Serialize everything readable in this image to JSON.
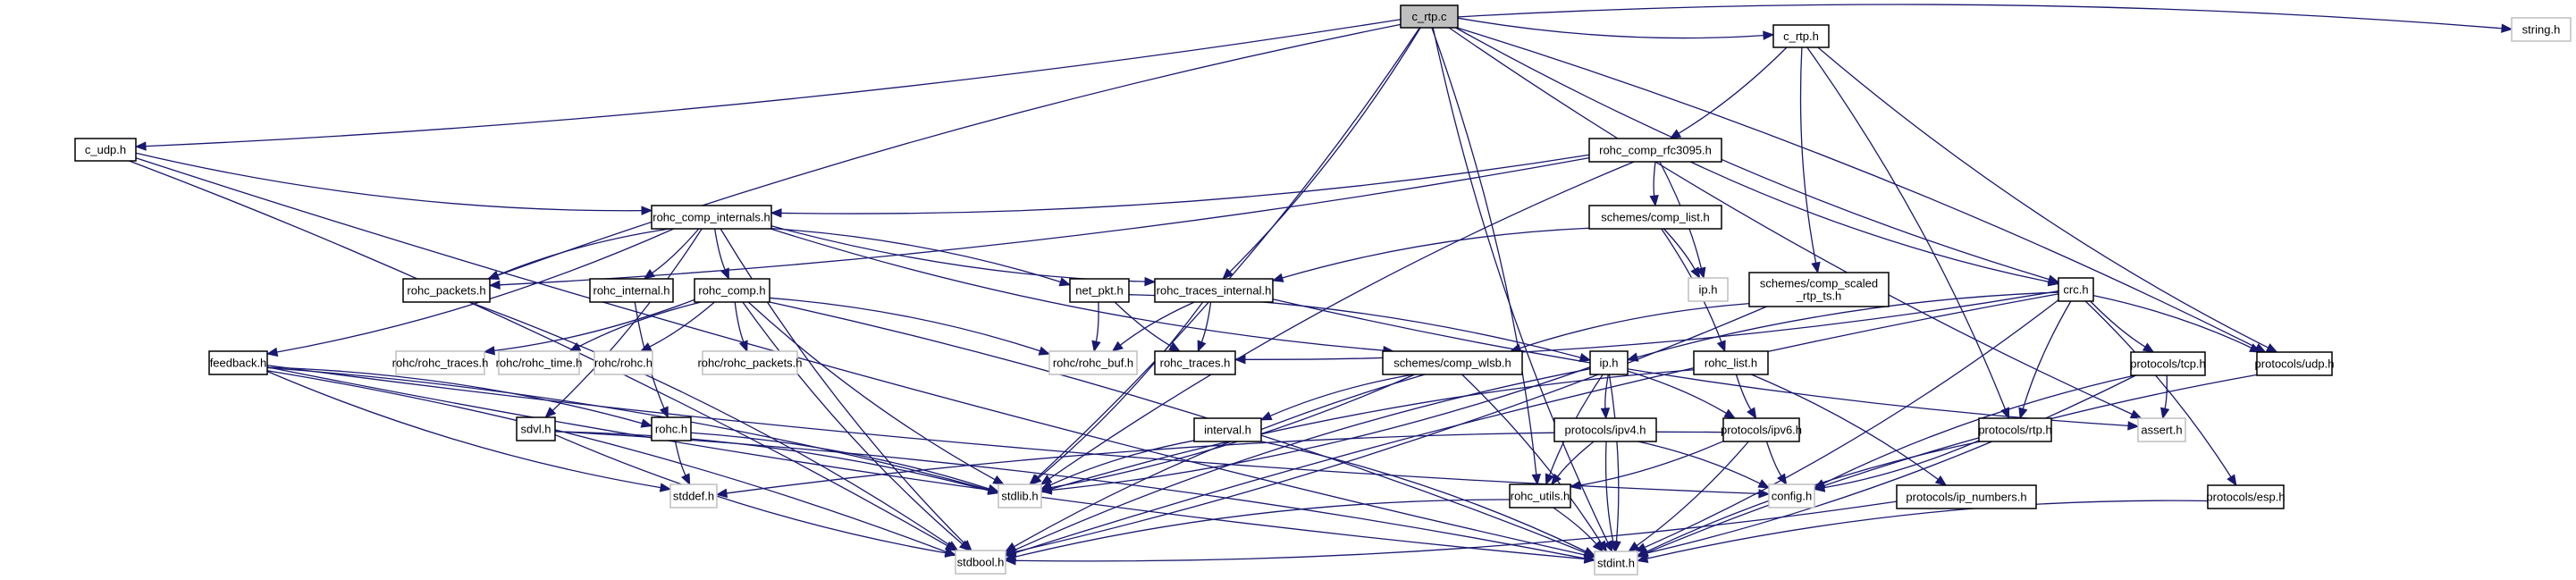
{
  "diagram": {
    "title": "c_rtp.c include dependency graph",
    "colors": {
      "edge": "#191970",
      "root_fill": "#bfbfbf",
      "node_border": "#000000",
      "external_border": "#bfbfbf",
      "node_fill": "#ffffff"
    },
    "nodes": [
      {
        "id": "c_rtp_c",
        "label": "c_rtp.c",
        "kind": "root"
      },
      {
        "id": "c_udp_h",
        "label": "c_udp.h",
        "kind": "local"
      },
      {
        "id": "c_rtp_h",
        "label": "c_rtp.h",
        "kind": "local"
      },
      {
        "id": "string_h",
        "label": "string.h",
        "kind": "external"
      },
      {
        "id": "rohc_comp_rfc3095_h",
        "label": "rohc_comp_rfc3095.h",
        "kind": "local"
      },
      {
        "id": "rohc_comp_internals_h",
        "label": "rohc_comp_internals.h",
        "kind": "local"
      },
      {
        "id": "schemes_comp_list_h",
        "label": "schemes/comp_list.h",
        "kind": "local"
      },
      {
        "id": "ip_h_ext",
        "label": "ip.h",
        "kind": "external"
      },
      {
        "id": "schemes_comp_scaled_rtp_ts_h",
        "label": "schemes/comp_scaled\n_rtp_ts.h",
        "kind": "local"
      },
      {
        "id": "crc_h",
        "label": "crc.h",
        "kind": "local"
      },
      {
        "id": "rohc_packets_h",
        "label": "rohc_packets.h",
        "kind": "local"
      },
      {
        "id": "rohc_internal_h",
        "label": "rohc_internal.h",
        "kind": "local"
      },
      {
        "id": "rohc_comp_h",
        "label": "rohc_comp.h",
        "kind": "local"
      },
      {
        "id": "net_pkt_h",
        "label": "net_pkt.h",
        "kind": "local"
      },
      {
        "id": "rohc_traces_internal_h",
        "label": "rohc_traces_internal.h",
        "kind": "local"
      },
      {
        "id": "rohc_rohc_traces_h",
        "label": "rohc/rohc_traces.h",
        "kind": "external"
      },
      {
        "id": "rohc_rohc_time_h",
        "label": "rohc/rohc_time.h",
        "kind": "external"
      },
      {
        "id": "rohc_rohc_h",
        "label": "rohc/rohc.h",
        "kind": "external"
      },
      {
        "id": "rohc_rohc_packets_h",
        "label": "rohc/rohc_packets.h",
        "kind": "external"
      },
      {
        "id": "rohc_rohc_buf_h",
        "label": "rohc/rohc_buf.h",
        "kind": "external"
      },
      {
        "id": "rohc_traces_h",
        "label": "rohc_traces.h",
        "kind": "local"
      },
      {
        "id": "feedback_h",
        "label": "feedback.h",
        "kind": "local"
      },
      {
        "id": "schemes_comp_wlsb_h",
        "label": "schemes/comp_wlsb.h",
        "kind": "local"
      },
      {
        "id": "ip_h",
        "label": "ip.h",
        "kind": "local"
      },
      {
        "id": "rohc_list_h",
        "label": "rohc_list.h",
        "kind": "local"
      },
      {
        "id": "protocols_tcp_h",
        "label": "protocols/tcp.h",
        "kind": "local"
      },
      {
        "id": "protocols_udp_h",
        "label": "protocols/udp.h",
        "kind": "local"
      },
      {
        "id": "sdvl_h",
        "label": "sdvl.h",
        "kind": "local"
      },
      {
        "id": "rohc_h",
        "label": "rohc.h",
        "kind": "local"
      },
      {
        "id": "interval_h",
        "label": "interval.h",
        "kind": "local"
      },
      {
        "id": "protocols_ipv4_h",
        "label": "protocols/ipv4.h",
        "kind": "local"
      },
      {
        "id": "protocols_ipv6_h",
        "label": "protocols/ipv6.h",
        "kind": "local"
      },
      {
        "id": "protocols_rtp_h",
        "label": "protocols/rtp.h",
        "kind": "local"
      },
      {
        "id": "assert_h",
        "label": "assert.h",
        "kind": "external"
      },
      {
        "id": "stddef_h",
        "label": "stddef.h",
        "kind": "external"
      },
      {
        "id": "stdlib_h",
        "label": "stdlib.h",
        "kind": "external"
      },
      {
        "id": "rohc_utils_h",
        "label": "rohc_utils.h",
        "kind": "local"
      },
      {
        "id": "config_h",
        "label": "config.h",
        "kind": "external"
      },
      {
        "id": "protocols_ip_numbers_h",
        "label": "protocols/ip_numbers.h",
        "kind": "local"
      },
      {
        "id": "protocols_esp_h",
        "label": "protocols/esp.h",
        "kind": "local"
      },
      {
        "id": "stdbool_h",
        "label": "stdbool.h",
        "kind": "external"
      },
      {
        "id": "stdint_h",
        "label": "stdint.h",
        "kind": "external"
      }
    ],
    "edges": [
      [
        "c_rtp_c",
        "c_udp_h"
      ],
      [
        "c_rtp_c",
        "c_rtp_h"
      ],
      [
        "c_rtp_c",
        "string_h"
      ],
      [
        "c_rtp_c",
        "rohc_packets_h"
      ],
      [
        "c_rtp_c",
        "rohc_traces_internal_h"
      ],
      [
        "c_rtp_c",
        "crc_h"
      ],
      [
        "c_rtp_c",
        "rohc_utils_h"
      ],
      [
        "c_rtp_c",
        "assert_h"
      ],
      [
        "c_rtp_c",
        "protocols_udp_h"
      ],
      [
        "c_rtp_c",
        "stdint_h"
      ],
      [
        "c_rtp_c",
        "stdlib_h"
      ],
      [
        "c_udp_h",
        "rohc_comp_internals_h"
      ],
      [
        "c_udp_h",
        "stdbool_h"
      ],
      [
        "c_udp_h",
        "stdint_h"
      ],
      [
        "c_rtp_h",
        "rohc_comp_rfc3095_h"
      ],
      [
        "c_rtp_h",
        "schemes_comp_scaled_rtp_ts_h"
      ],
      [
        "c_rtp_h",
        "protocols_rtp_h"
      ],
      [
        "c_rtp_h",
        "protocols_udp_h"
      ],
      [
        "rohc_comp_rfc3095_h",
        "rohc_comp_internals_h"
      ],
      [
        "rohc_comp_rfc3095_h",
        "schemes_comp_list_h"
      ],
      [
        "rohc_comp_rfc3095_h",
        "ip_h_ext"
      ],
      [
        "rohc_comp_rfc3095_h",
        "crc_h"
      ],
      [
        "rohc_comp_rfc3095_h",
        "rohc_packets_h"
      ],
      [
        "rohc_comp_rfc3095_h",
        "stdlib_h"
      ],
      [
        "schemes_comp_list_h",
        "ip_h_ext"
      ],
      [
        "schemes_comp_list_h",
        "rohc_traces_internal_h"
      ],
      [
        "schemes_comp_list_h",
        "rohc_list_h"
      ],
      [
        "schemes_comp_scaled_rtp_ts_h",
        "schemes_comp_wlsb_h"
      ],
      [
        "schemes_comp_scaled_rtp_ts_h",
        "stdbool_h"
      ],
      [
        "rohc_comp_internals_h",
        "rohc_packets_h"
      ],
      [
        "rohc_comp_internals_h",
        "rohc_internal_h"
      ],
      [
        "rohc_comp_internals_h",
        "rohc_comp_h"
      ],
      [
        "rohc_comp_internals_h",
        "net_pkt_h"
      ],
      [
        "rohc_comp_internals_h",
        "rohc_traces_internal_h"
      ],
      [
        "rohc_comp_internals_h",
        "feedback_h"
      ],
      [
        "rohc_comp_internals_h",
        "schemes_comp_wlsb_h"
      ],
      [
        "rohc_comp_internals_h",
        "sdvl_h"
      ],
      [
        "rohc_comp_internals_h",
        "stdbool_h"
      ],
      [
        "rohc_comp_h",
        "rohc_rohc_traces_h"
      ],
      [
        "rohc_comp_h",
        "rohc_rohc_time_h"
      ],
      [
        "rohc_comp_h",
        "rohc_rohc_h"
      ],
      [
        "rohc_comp_h",
        "rohc_rohc_packets_h"
      ],
      [
        "rohc_comp_h",
        "rohc_rohc_buf_h"
      ],
      [
        "rohc_comp_h",
        "stdlib_h"
      ],
      [
        "rohc_comp_h",
        "stdint_h"
      ],
      [
        "rohc_comp_h",
        "stdbool_h"
      ],
      [
        "net_pkt_h",
        "rohc_rohc_buf_h"
      ],
      [
        "net_pkt_h",
        "rohc_traces_h"
      ],
      [
        "net_pkt_h",
        "ip_h"
      ],
      [
        "rohc_traces_internal_h",
        "rohc_rohc_buf_h"
      ],
      [
        "rohc_traces_internal_h",
        "rohc_traces_h"
      ],
      [
        "rohc_traces_internal_h",
        "assert_h"
      ],
      [
        "rohc_traces_internal_h",
        "stdlib_h"
      ],
      [
        "rohc_internal_h",
        "rohc_h"
      ],
      [
        "feedback_h",
        "rohc_h"
      ],
      [
        "feedback_h",
        "stdint_h"
      ],
      [
        "feedback_h",
        "stdbool_h"
      ],
      [
        "feedback_h",
        "stddef_h"
      ],
      [
        "feedback_h",
        "stdlib_h"
      ],
      [
        "feedback_h",
        "config_h"
      ],
      [
        "rohc_packets_h",
        "stdbool_h"
      ],
      [
        "crc_h",
        "ip_h"
      ],
      [
        "crc_h",
        "rohc_traces_h"
      ],
      [
        "crc_h",
        "protocols_tcp_h"
      ],
      [
        "crc_h",
        "protocols_udp_h"
      ],
      [
        "crc_h",
        "protocols_rtp_h"
      ],
      [
        "crc_h",
        "protocols_esp_h"
      ],
      [
        "crc_h",
        "stdbool_h"
      ],
      [
        "crc_h",
        "stdint_h"
      ],
      [
        "schemes_comp_wlsb_h",
        "interval_h"
      ],
      [
        "schemes_comp_wlsb_h",
        "stdlib_h"
      ],
      [
        "schemes_comp_wlsb_h",
        "stdbool_h"
      ],
      [
        "schemes_comp_wlsb_h",
        "stdint_h"
      ],
      [
        "ip_h",
        "protocols_ipv4_h"
      ],
      [
        "ip_h",
        "protocols_ipv6_h"
      ],
      [
        "ip_h",
        "rohc_utils_h"
      ],
      [
        "ip_h",
        "stdlib_h"
      ],
      [
        "ip_h",
        "stdbool_h"
      ],
      [
        "ip_h",
        "stdint_h"
      ],
      [
        "rohc_list_h",
        "protocols_ipv6_h"
      ],
      [
        "rohc_list_h",
        "protocols_ip_numbers_h"
      ],
      [
        "rohc_list_h",
        "stdlib_h"
      ],
      [
        "protocols_tcp_h",
        "assert_h"
      ],
      [
        "protocols_tcp_h",
        "config_h"
      ],
      [
        "protocols_tcp_h",
        "stdint_h"
      ],
      [
        "protocols_udp_h",
        "stdint_h"
      ],
      [
        "sdvl_h",
        "stdlib_h"
      ],
      [
        "sdvl_h",
        "stdbool_h"
      ],
      [
        "sdvl_h",
        "stdint_h"
      ],
      [
        "rohc_h",
        "stddef_h"
      ],
      [
        "rohc_h",
        "stdlib_h"
      ],
      [
        "interval_h",
        "stdlib_h"
      ],
      [
        "interval_h",
        "stdint_h"
      ],
      [
        "protocols_ipv4_h",
        "rohc_utils_h"
      ],
      [
        "protocols_ipv4_h",
        "config_h"
      ],
      [
        "protocols_ipv4_h",
        "stdint_h"
      ],
      [
        "protocols_ipv6_h",
        "rohc_utils_h"
      ],
      [
        "protocols_ipv6_h",
        "config_h"
      ],
      [
        "protocols_ipv6_h",
        "stdint_h"
      ],
      [
        "protocols_ipv6_h",
        "stddef_h"
      ],
      [
        "protocols_rtp_h",
        "config_h"
      ],
      [
        "protocols_rtp_h",
        "stdint_h"
      ],
      [
        "rohc_utils_h",
        "stdint_h"
      ],
      [
        "rohc_utils_h",
        "stdbool_h"
      ],
      [
        "protocols_ip_numbers_h",
        "stdbool_h"
      ],
      [
        "protocols_esp_h",
        "stdint_h"
      ]
    ]
  }
}
